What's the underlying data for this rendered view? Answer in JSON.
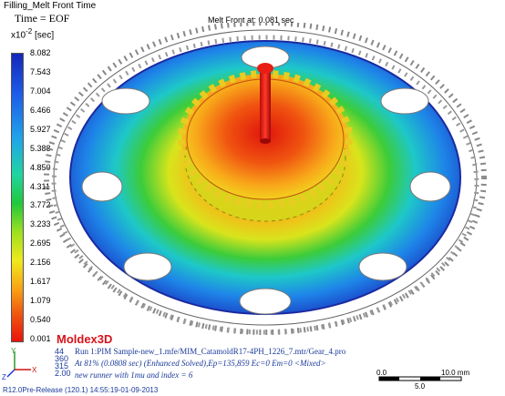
{
  "header": {
    "title": "Filling_Melt Front Time",
    "time_label": "Time = EOF",
    "unit_prefix": "x10",
    "unit_exponent": "-2",
    "unit": "[sec]",
    "melt_front": "Melt Front at: 0.081 sec"
  },
  "legend": {
    "values": [
      "8.082",
      "7.543",
      "7.004",
      "6.466",
      "5.927",
      "5.388",
      "4.850",
      "4.311",
      "3.772",
      "3.233",
      "2.695",
      "2.156",
      "1.617",
      "1.079",
      "0.540",
      "0.001"
    ]
  },
  "axes": {
    "x": "X",
    "y": "Y",
    "z": "Z"
  },
  "brand": {
    "name": "Moldex3D"
  },
  "stats": [
    "44",
    "360",
    "315",
    "2.00"
  ],
  "info": {
    "run": "Run 1:PIM Sample-new_1.mfe/MIM_CatamoldR17-4PH_1226_7.mtr/Gear_4.pro",
    "line2": "At 81% (0.0808 sec) (Enhanced Solved),Ep=135,859 Ec=0 Em=0 <Mixed>",
    "line3": "new runner with 1mu and index = 6"
  },
  "footer": {
    "text": "R12.0Pre-Release (120.1) 14:55:19-01-09-2013"
  },
  "scalebar": {
    "left": "0.0",
    "mid": "5.0",
    "right": "10.0 mm"
  },
  "colors": {
    "brand": "#d7131b",
    "info_text": "#1a3a9a"
  }
}
